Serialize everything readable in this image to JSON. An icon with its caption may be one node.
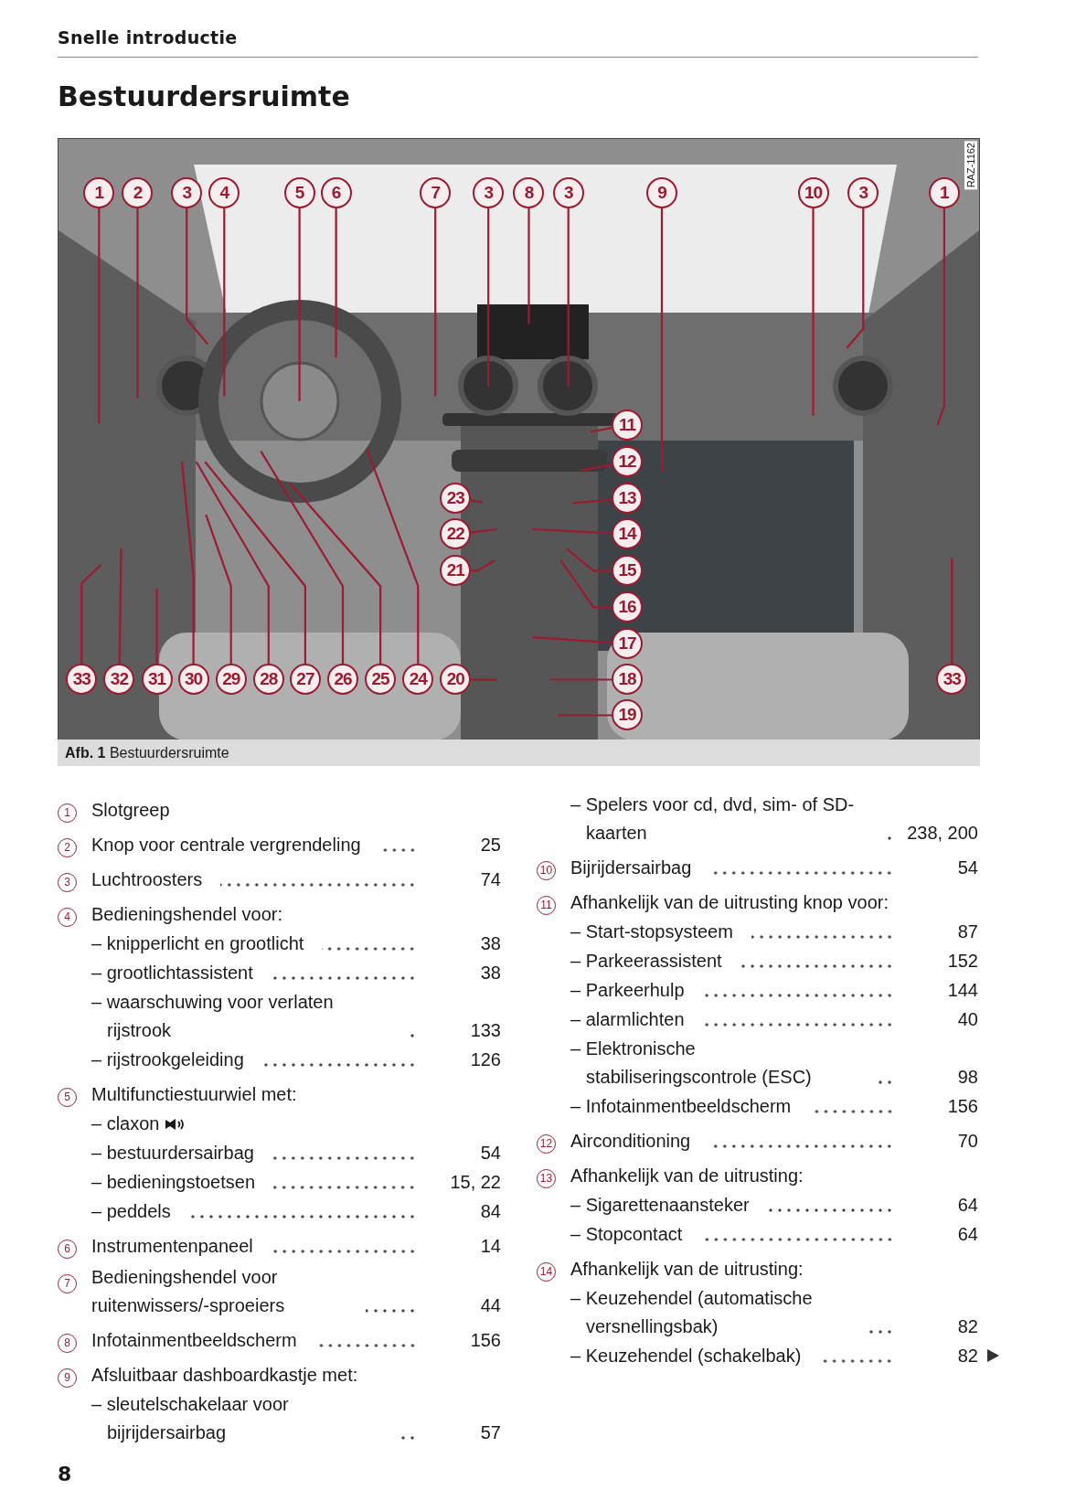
{
  "diagram": {
    "title": "Bestuurdersruimte",
    "caption": "**Afb. 1** Bestuurdersruimte",
    "nodes": [
      {
        "text": [
          "1"
        ]
      },
      {
        "text": [
          "2"
        ]
      },
      {
        "text": [
          "3"
        ]
      },
      {
        "text": [
          "4"
        ]
      },
      {
        "text": [
          "5"
        ]
      },
      {
        "text": [
          "6"
        ]
      },
      {
        "text": [
          "7"
        ]
      },
      {
        "text": [
          "3"
        ]
      },
      {
        "text": [
          "8"
        ]
      },
      {
        "text": [
          "3"
        ]
      },
      {
        "text": [
          "9"
        ]
      },
      {
        "text": [
          "10"
        ]
      },
      {
        "text": [
          "3"
        ]
      },
      {
        "text": [
          "1"
        ]
      },
      {
        "text": [
          "11"
        ]
      },
      {
        "text": [
          "12"
        ]
      },
      {
        "text": [
          "23"
        ]
      },
      {
        "text": [
          "13"
        ]
      },
      {
        "text": [
          "22"
        ]
      },
      {
        "text": [
          "14"
        ]
      },
      {
        "text": [
          "21"
        ]
      },
      {
        "text": [
          "15"
        ]
      },
      {
        "text": [
          "16"
        ]
      },
      {
        "text": [
          "17"
        ]
      },
      {
        "text": [
          "33"
        ]
      },
      {
        "text": [
          "32"
        ]
      },
      {
        "text": [
          "31"
        ]
      },
      {
        "text": [
          "30"
        ]
      },
      {
        "text": [
          "29"
        ]
      },
      {
        "text": [
          "28"
        ]
      },
      {
        "text": [
          "27"
        ]
      },
      {
        "text": [
          "26"
        ]
      },
      {
        "text": [
          "25"
        ]
      },
      {
        "text": [
          "24"
        ]
      },
      {
        "text": [
          "20"
        ]
      },
      {
        "text": [
          "18"
        ]
      },
      {
        "text": [
          "33"
        ]
      },
      {
        "text": [
          "19"
        ]
      }
    ],
    "edges": [
      {
        "from": 0,
        "to": null,
        "arrow": "none"
      },
      {
        "from": 1,
        "to": null,
        "arrow": "none"
      },
      {
        "from": 2,
        "to": null,
        "arrow": "none"
      },
      {
        "from": 3,
        "to": null,
        "arrow": "none"
      },
      {
        "from": 4,
        "to": null,
        "arrow": "none"
      },
      {
        "from": 5,
        "to": null,
        "arrow": "none"
      },
      {
        "from": 6,
        "to": null,
        "arrow": "none"
      },
      {
        "from": 7,
        "to": null,
        "arrow": "none"
      },
      {
        "from": 8,
        "to": null,
        "arrow": "none"
      },
      {
        "from": 9,
        "to": null,
        "arrow": "none"
      },
      {
        "from": 10,
        "to": null,
        "arrow": "none"
      },
      {
        "from": 11,
        "to": null,
        "arrow": "none"
      },
      {
        "from": 12,
        "to": null,
        "arrow": "none"
      },
      {
        "from": 13,
        "to": null,
        "arrow": "none"
      },
      {
        "from": 14,
        "to": null,
        "arrow": "none"
      },
      {
        "from": 15,
        "to": null,
        "arrow": "none"
      },
      {
        "from": 16,
        "to": null,
        "arrow": "none"
      },
      {
        "from": 17,
        "to": null,
        "arrow": "none"
      },
      {
        "from": 18,
        "to": null,
        "arrow": "none"
      },
      {
        "from": 19,
        "to": null,
        "arrow": "none"
      },
      {
        "from": 20,
        "to": null,
        "arrow": "none"
      },
      {
        "from": 21,
        "to": null,
        "arrow": "none"
      },
      {
        "from": 22,
        "to": null,
        "arrow": "none"
      },
      {
        "from": 23,
        "to": null,
        "arrow": "none"
      },
      {
        "from": 24,
        "to": null,
        "arrow": "none"
      },
      {
        "from": 25,
        "to": null,
        "arrow": "none"
      },
      {
        "from": 26,
        "to": null,
        "arrow": "none"
      },
      {
        "from": 27,
        "to": null,
        "arrow": "none"
      },
      {
        "from": 28,
        "to": null,
        "arrow": "none"
      },
      {
        "from": 29,
        "to": null,
        "arrow": "none"
      },
      {
        "from": 30,
        "to": null,
        "arrow": "none"
      },
      {
        "from": 31,
        "to": null,
        "arrow": "none"
      },
      {
        "from": 32,
        "to": null,
        "arrow": "none"
      },
      {
        "from": 33,
        "to": null,
        "arrow": "none"
      },
      {
        "from": 34,
        "to": null,
        "arrow": "none"
      },
      {
        "from": 35,
        "to": null,
        "arrow": "none"
      },
      {
        "from": 36,
        "to": null,
        "arrow": "none"
      },
      {
        "from": 37,
        "to": null,
        "arrow": "none"
      }
    ],
    "labels": [
      "Snelle introductie",
      "RAZ-1162",
      "1",
      "Slotgreep",
      "2",
      "Knop voor centrale vergrendeling",
      "25",
      "3",
      "Luchtroosters",
      "74",
      "4",
      "Bedieningshendel voor:",
      "– knipperlicht en grootlicht",
      "38",
      "– grootlichtassistent",
      "38",
      "– waarschuwing voor verlaten rijstrook",
      "133",
      "– rijstrookgeleiding",
      "126",
      "5",
      "Multifunctiestuurwiel met:",
      "– claxon",
      "– bestuurdersairbag",
      "54",
      "– bedieningstoetsen",
      "15, 22",
      "– peddels",
      "84",
      "6",
      "Instrumentenpaneel",
      "14",
      "7",
      "Bedieningshendel voor ruitenwissers/-sproeiers",
      "44",
      "8",
      "Infotainmentbeeldscherm",
      "156",
      "9",
      "Afsluitbaar dashboardkastje met:",
      "– sleutelschakelaar voor bijrijdersairbag",
      "57",
      "– Spelers voor cd, dvd, sim- of SD-kaarten",
      "238, 200",
      "10",
      "Bijrijdersairbag",
      "54",
      "11",
      "Afhankelijk van de uitrusting knop voor:",
      "– Start-stopsysteem",
      "87",
      "– Parkeerassistent",
      "152",
      "– Parkeerhulp",
      "144",
      "– alarmlichten",
      "40",
      "– Elektronische stabiliseringscontrole (ESC)",
      "98",
      "– Infotainmentbeeldscherm",
      "156",
      "12",
      "Airconditioning",
      "70",
      "13",
      "Afhankelijk van de uitrusting:",
      "– Sigarettenaansteker",
      "64",
      "– Stopcontact",
      "64",
      "14",
      "Afhankelijk van de uitrusting:",
      "– Keuzehendel (automatische versnellingsbak)",
      "82",
      "– Keuzehendel (schakelbak)",
      "82",
      "8"
    ]
  }
}
